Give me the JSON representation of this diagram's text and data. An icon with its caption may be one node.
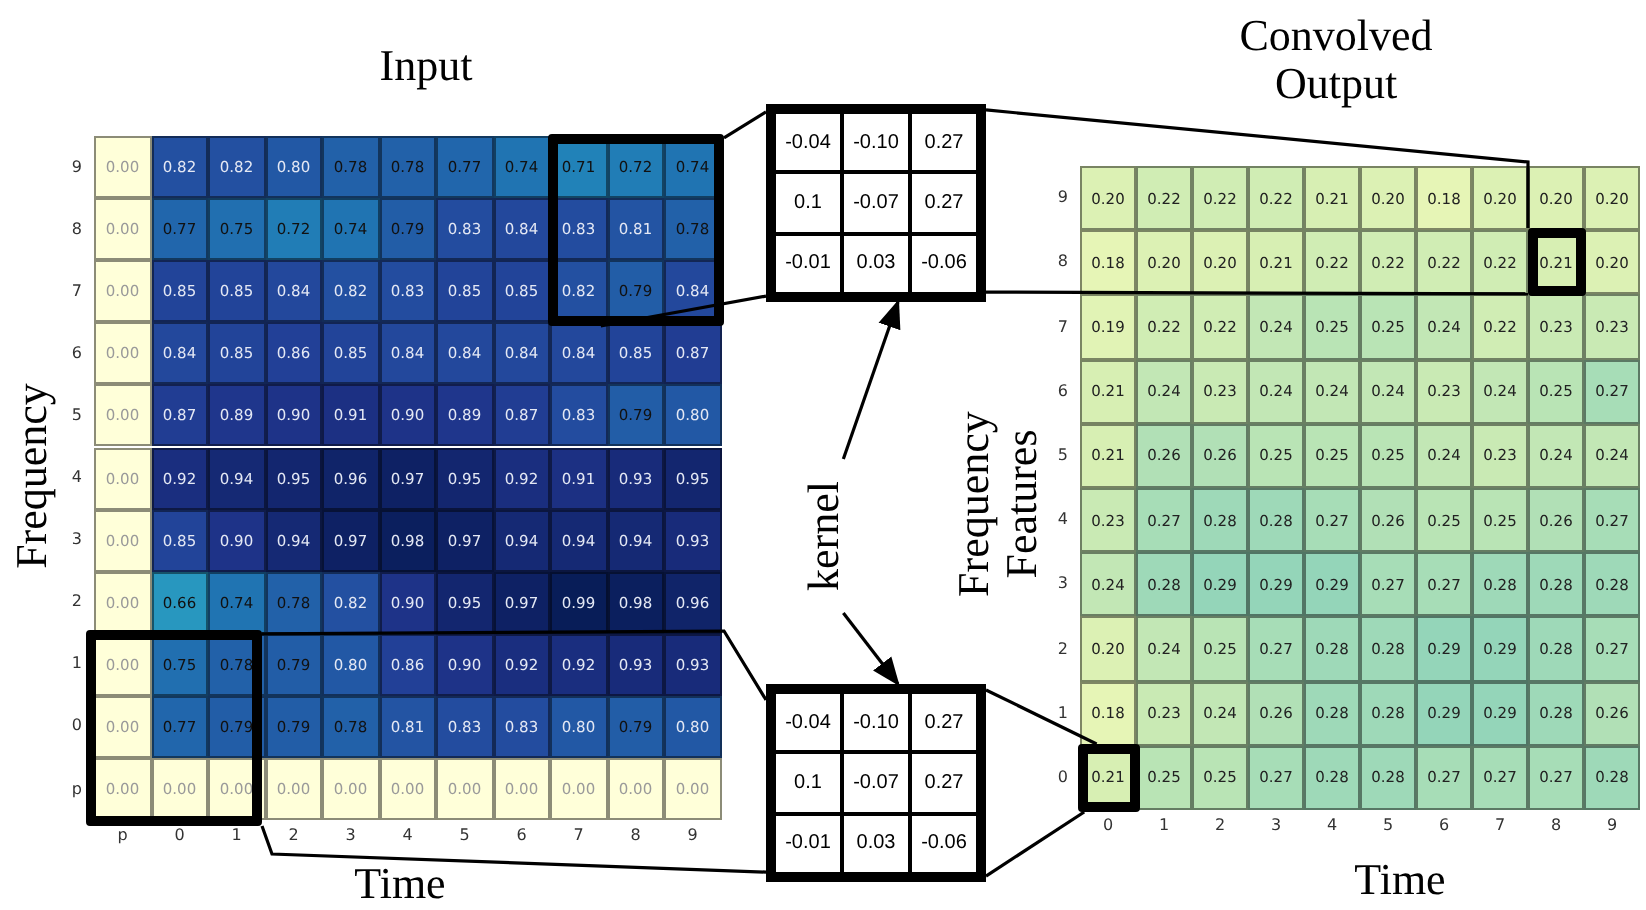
{
  "diagram": {
    "nodes": [
      {
        "text": [],
        "shape": "box"
      },
      {
        "text": [],
        "shape": "box"
      },
      {
        "text": [
          "-0.04",
          "-0.10",
          "0.27",
          "0.1",
          "-0.07",
          "0.27",
          "-0.01",
          "0.03",
          "-0.06"
        ]
      },
      {
        "text": [
          "-0.04",
          "-0.10",
          "0.27",
          "0.1",
          "-0.07",
          "0.27",
          "-0.01",
          "0.03",
          "-0.06"
        ]
      },
      {
        "text": [
          "kernel"
        ]
      },
      {
        "text": [],
        "shape": "box"
      },
      {
        "text": [],
        "shape": "box"
      }
    ],
    "edges": [
      {
        "from": 0,
        "to": 2,
        "arrow": "none"
      },
      {
        "from": 0,
        "to": 2,
        "arrow": "none"
      },
      {
        "from": 1,
        "to": 3,
        "arrow": "none"
      },
      {
        "from": 1,
        "to": 3,
        "arrow": "none"
      },
      {
        "from": 2,
        "to": 5,
        "arrow": "none"
      },
      {
        "from": 2,
        "to": 5,
        "arrow": "none"
      },
      {
        "from": 3,
        "to": 6,
        "arrow": "none"
      },
      {
        "from": 3,
        "to": 6,
        "arrow": "none"
      },
      {
        "from": 4,
        "to": 2,
        "arrow": "to"
      },
      {
        "from": 4,
        "to": 3,
        "arrow": "to"
      }
    ],
    "labels": [
      "Input",
      "Convolved Output",
      "Frequency",
      "Time",
      "Frequency Features",
      "Time",
      "9",
      "8",
      "7",
      "6",
      "5",
      "4",
      "3",
      "2",
      "1",
      "0",
      "p",
      "p",
      "0",
      "1",
      "2",
      "3",
      "4",
      "5",
      "6",
      "7",
      "8",
      "9",
      "0.00",
      "0.82",
      "0.82",
      "0.80",
      "0.78",
      "0.78",
      "0.77",
      "0.74",
      "0.71",
      "0.72",
      "0.74",
      "0.00",
      "0.77",
      "0.75",
      "0.72",
      "0.74",
      "0.79",
      "0.83",
      "0.84",
      "0.83",
      "0.81",
      "0.78",
      "0.00",
      "0.85",
      "0.85",
      "0.84",
      "0.82",
      "0.83",
      "0.85",
      "0.85",
      "0.82",
      "0.79",
      "0.84",
      "0.00",
      "0.84",
      "0.85",
      "0.86",
      "0.85",
      "0.84",
      "0.84",
      "0.84",
      "0.84",
      "0.85",
      "0.87",
      "0.00",
      "0.87",
      "0.89",
      "0.90",
      "0.91",
      "0.90",
      "0.89",
      "0.87",
      "0.83",
      "0.79",
      "0.80",
      "0.00",
      "0.92",
      "0.94",
      "0.95",
      "0.96",
      "0.97",
      "0.95",
      "0.92",
      "0.91",
      "0.93",
      "0.95",
      "0.00",
      "0.85",
      "0.90",
      "0.94",
      "0.97",
      "0.98",
      "0.97",
      "0.94",
      "0.94",
      "0.94",
      "0.93",
      "0.00",
      "0.66",
      "0.74",
      "0.78",
      "0.82",
      "0.90",
      "0.95",
      "0.97",
      "0.99",
      "0.98",
      "0.96",
      "0.00",
      "0.75",
      "0.78",
      "0.79",
      "0.80",
      "0.86",
      "0.90",
      "0.92",
      "0.92",
      "0.93",
      "0.93",
      "0.00",
      "0.77",
      "0.79",
      "0.79",
      "0.78",
      "0.81",
      "0.83",
      "0.83",
      "0.80",
      "0.79",
      "0.80",
      "0.00",
      "0.00",
      "0.00",
      "0.00",
      "0.00",
      "0.00",
      "0.00",
      "0.00",
      "0.00",
      "0.00",
      "0.00",
      "9",
      "8",
      "7",
      "6",
      "5",
      "4",
      "3",
      "2",
      "1",
      "0",
      "0",
      "1",
      "2",
      "3",
      "4",
      "5",
      "6",
      "7",
      "8",
      "9",
      "0.20",
      "0.22",
      "0.22",
      "0.22",
      "0.21",
      "0.20",
      "0.18",
      "0.20",
      "0.20",
      "0.20",
      "0.18",
      "0.20",
      "0.20",
      "0.21",
      "0.22",
      "0.22",
      "0.22",
      "0.22",
      "0.21",
      "0.20",
      "0.19",
      "0.22",
      "0.22",
      "0.24",
      "0.25",
      "0.25",
      "0.24",
      "0.22",
      "0.23",
      "0.23",
      "0.21",
      "0.24",
      "0.23",
      "0.24",
      "0.24",
      "0.24",
      "0.23",
      "0.24",
      "0.25",
      "0.27",
      "0.21",
      "0.26",
      "0.26",
      "0.25",
      "0.25",
      "0.25",
      "0.24",
      "0.23",
      "0.24",
      "0.24",
      "0.23",
      "0.27",
      "0.28",
      "0.28",
      "0.27",
      "0.26",
      "0.25",
      "0.25",
      "0.26",
      "0.27",
      "0.24",
      "0.28",
      "0.29",
      "0.29",
      "0.29",
      "0.27",
      "0.27",
      "0.28",
      "0.28",
      "0.28",
      "0.20",
      "0.24",
      "0.25",
      "0.27",
      "0.28",
      "0.28",
      "0.29",
      "0.29",
      "0.28",
      "0.27",
      "0.18",
      "0.23",
      "0.24",
      "0.26",
      "0.28",
      "0.28",
      "0.29",
      "0.29",
      "0.28",
      "0.26",
      "0.21",
      "0.25",
      "0.25",
      "0.27",
      "0.28",
      "0.28",
      "0.27",
      "0.27",
      "0.27",
      "0.28"
    ]
  }
}
